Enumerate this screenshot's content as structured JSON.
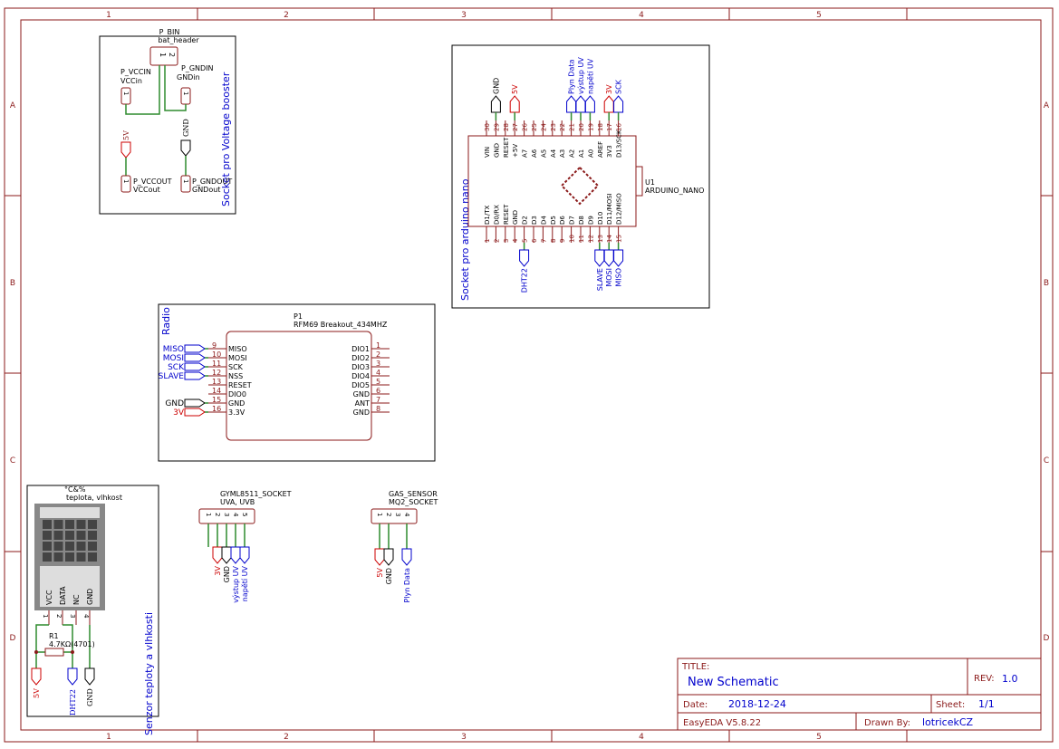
{
  "frame": {
    "top_numbers": [
      "1",
      "2",
      "3",
      "4",
      "5"
    ],
    "bottom_numbers": [
      "1",
      "2",
      "3",
      "4",
      "5"
    ],
    "side_letters": [
      "A",
      "B",
      "C",
      "D"
    ]
  },
  "booster": {
    "title": "Socket pro Voltage booster",
    "header_ref": "P_BIN",
    "header_name": "bat_header",
    "vccin_ref": "P_VCCIN",
    "vccin_name": "VCCin",
    "gndin_ref": "P_GNDIN",
    "gndin_name": "GNDin",
    "vccout_ref": "P_VCCOUT",
    "vccout_name": "VCCout",
    "gndout_ref": "P_GNDOUT",
    "gndout_name": "GNDout",
    "net_5v": "5V",
    "net_gnd": "GND",
    "pin1": "1",
    "pin2": "2"
  },
  "arduino": {
    "title": "Socket pro arduino nano",
    "ref": "U1",
    "name": "ARDUINO_NANO",
    "top_nets": [
      "GND",
      "5V",
      "Plyn Data",
      "výstup UV",
      "napětí UV",
      "3V",
      "SCK"
    ],
    "top_pins": [
      "30",
      "29",
      "28",
      "27",
      "26",
      "25",
      "24",
      "23",
      "22",
      "21",
      "20",
      "19",
      "18",
      "17",
      "16"
    ],
    "top_labels": [
      "VIN",
      "GND",
      "RESET",
      "+5V",
      "A7",
      "A6",
      "A5",
      "A4",
      "A3",
      "A2",
      "A1",
      "A0",
      "AREF",
      "3V3",
      "D13/SCK"
    ],
    "bottom_pins": [
      "1",
      "2",
      "3",
      "4",
      "5",
      "6",
      "7",
      "8",
      "9",
      "10",
      "11",
      "12",
      "13",
      "14",
      "15"
    ],
    "bottom_labels": [
      "D1/TX",
      "D0/RX",
      "RESET",
      "GND",
      "D2",
      "D3",
      "D4",
      "D5",
      "D6",
      "D7",
      "D8",
      "D9",
      "D10",
      "D11/MOSI",
      "D12/MISO"
    ],
    "bottom_nets": [
      "DHT22",
      "SLAVE",
      "MOSI",
      "MISO"
    ]
  },
  "radio": {
    "title": "Radio",
    "ref": "P1",
    "name": "RFM69 Breakout_434MHZ",
    "left_nets": [
      "MISO",
      "MOSI",
      "SCK",
      "SLAVE",
      "GND",
      "3V"
    ],
    "left_pins": [
      "9",
      "10",
      "11",
      "12",
      "13",
      "14",
      "15",
      "16"
    ],
    "left_labels": [
      "MISO",
      "MOSI",
      "SCK",
      "NSS",
      "RESET",
      "DIO0",
      "GND",
      "3.3V"
    ],
    "right_pins": [
      "1",
      "2",
      "3",
      "4",
      "5",
      "6",
      "7",
      "8"
    ],
    "right_labels": [
      "DIO1",
      "DIO2",
      "DIO3",
      "DIO4",
      "DIO5",
      "GND",
      "ANT",
      "GND"
    ]
  },
  "dht": {
    "title": "Senzor teploty a vlhkosti",
    "ref": "°C&%",
    "name": "teplota, vlhkost",
    "pin_labels": [
      "VCC",
      "DATA",
      "NC",
      "GND"
    ],
    "pin_numbers": [
      "1",
      "2",
      "3",
      "4"
    ],
    "res_ref": "R1",
    "res_value": "4.7KΩ(4701)",
    "net_5v": "5V",
    "net_data": "DHT22",
    "net_gnd": "GND"
  },
  "gyml": {
    "ref": "GYML8511_SOCKET",
    "name": "UVA, UVB",
    "pins": [
      "1",
      "2",
      "3",
      "4",
      "5"
    ],
    "nets": [
      "3V",
      "GND",
      "výstup UV",
      "napětí UV"
    ]
  },
  "gas": {
    "ref": "GAS_SENSOR",
    "name": "MQ2_SOCKET",
    "pins": [
      "1",
      "2",
      "3",
      "4"
    ],
    "nets": [
      "5V",
      "GND",
      "Plyn Data"
    ]
  },
  "titleblock": {
    "title_label": "TITLE:",
    "title": "New Schematic",
    "rev_label": "REV:",
    "rev": "1.0",
    "date_label": "Date:",
    "date": "2018-12-24",
    "sheet_label": "Sheet:",
    "sheet": "1/1",
    "tool": "EasyEDA V5.8.22",
    "drawn_label": "Drawn By:",
    "drawn_by": "lotricekCZ"
  },
  "colors": {
    "border": "#8b1a1a",
    "wire": "#2e8b2e",
    "label_blue": "#0000cc",
    "net_5v_red": "#cc0000"
  }
}
